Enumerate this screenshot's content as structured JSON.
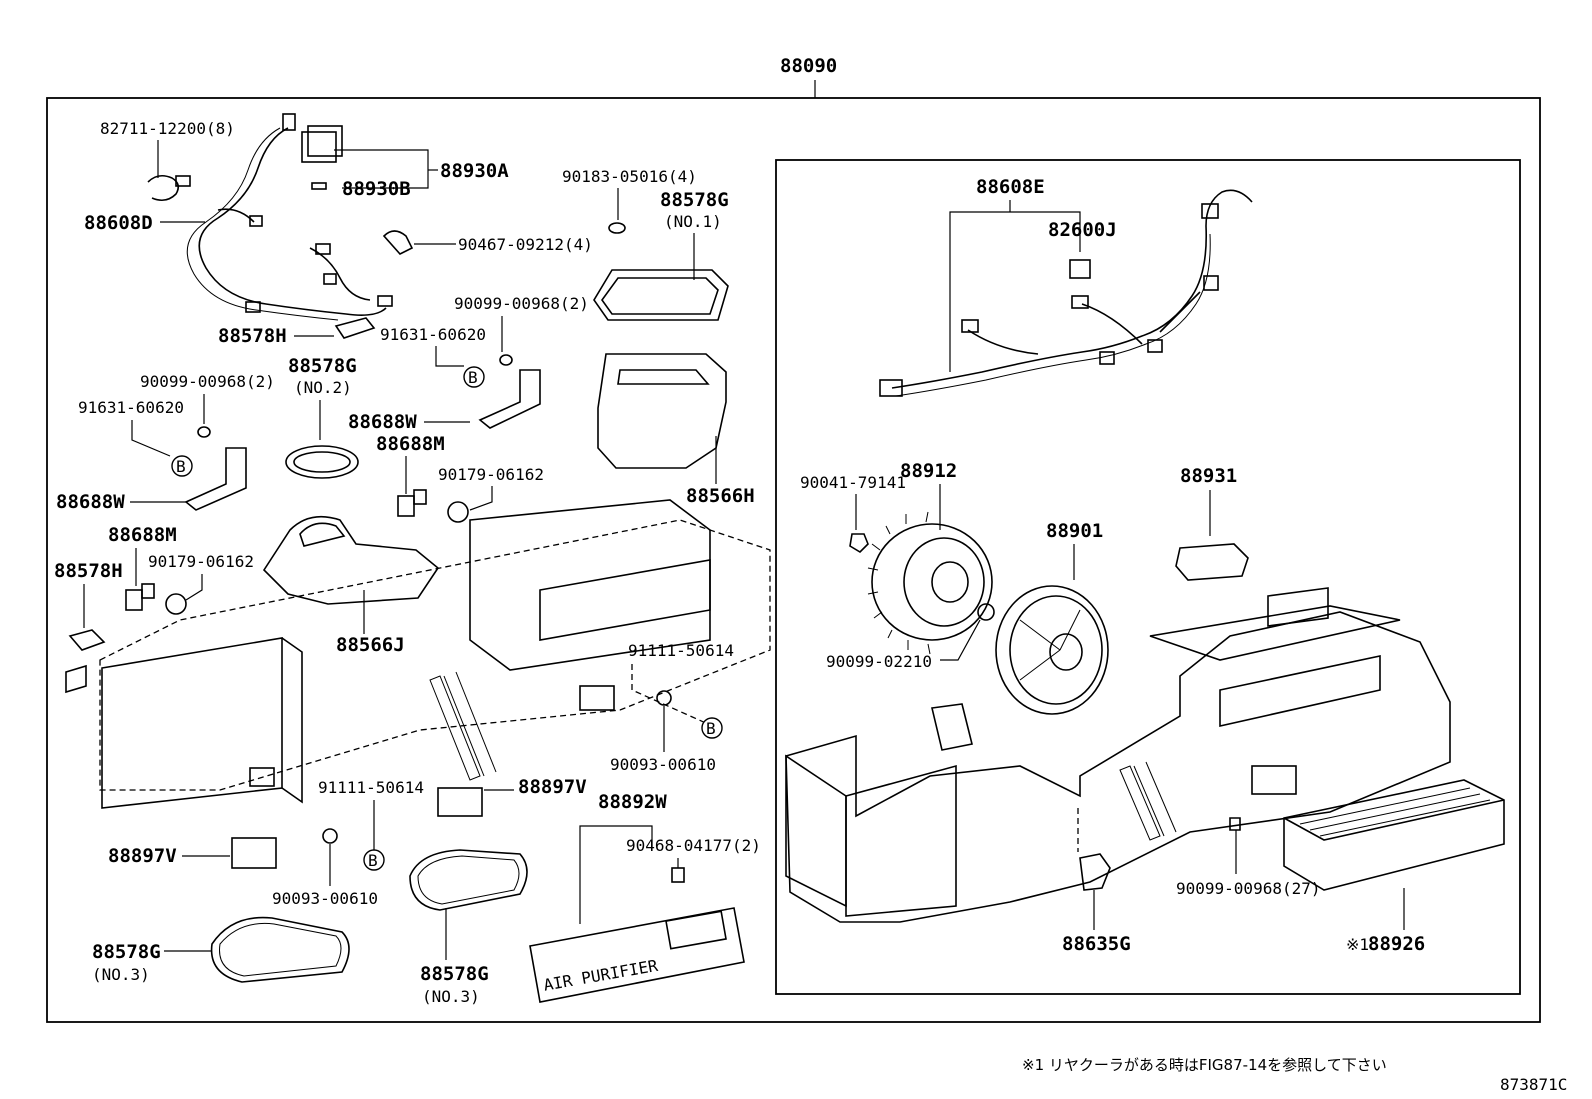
{
  "assembly_label": "88090",
  "figure_code": "873871C",
  "footnote": "※1 リヤクーラがある時はFIG87-14を参照して下さい",
  "left_panel": {
    "labels": [
      "82711-12200(8)",
      "88608D",
      "88930A",
      "88930B",
      "90183-05016(4)",
      "88578G",
      "(NO.1)",
      "90467-09212(4)",
      "88578H",
      "90099-00968(2)",
      "91631-60620",
      "88578G",
      "(NO.2)",
      "90099-00968(2)",
      "91631-60620",
      "88688W",
      "88688W",
      "88688M",
      "90179-06162",
      "88566H",
      "88688M",
      "90179-06162",
      "88578H",
      "88566J",
      "91111-50614",
      "90093-00610",
      "91111-50614",
      "88897V",
      "88892W",
      "88897V",
      "90468-04177(2)",
      "90093-00610",
      "88578G",
      "(NO.3)",
      "88578G",
      "(NO.3)"
    ],
    "bolt_marker": "B",
    "panel_text": "AIR PURIFIER"
  },
  "right_panel": {
    "labels": [
      "88608E",
      "82600J",
      "90041-79141",
      "88912",
      "88931",
      "88901",
      "90099-02210",
      "90099-00968(27)",
      "88635G",
      "88926"
    ],
    "reference_mark": "※1"
  }
}
